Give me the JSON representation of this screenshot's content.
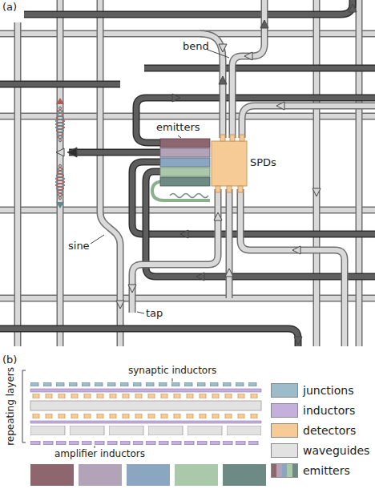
{
  "diagram": {
    "labels": [
      "(a)",
      "bend",
      "emitters",
      "SPDs",
      "sine",
      "tap",
      "(b)",
      "synaptic inductors",
      "repeating layers",
      "amplifier inductors"
    ],
    "legend": [
      {
        "text": "junctions",
        "color": "#9dbccb"
      },
      {
        "text": "inductors",
        "color": "#c4b0dc"
      },
      {
        "text": "detectors",
        "color": "#f7cb95"
      },
      {
        "text": "waveguides",
        "color": "#e2e2e2"
      },
      {
        "text": "emitters"
      }
    ]
  }
}
